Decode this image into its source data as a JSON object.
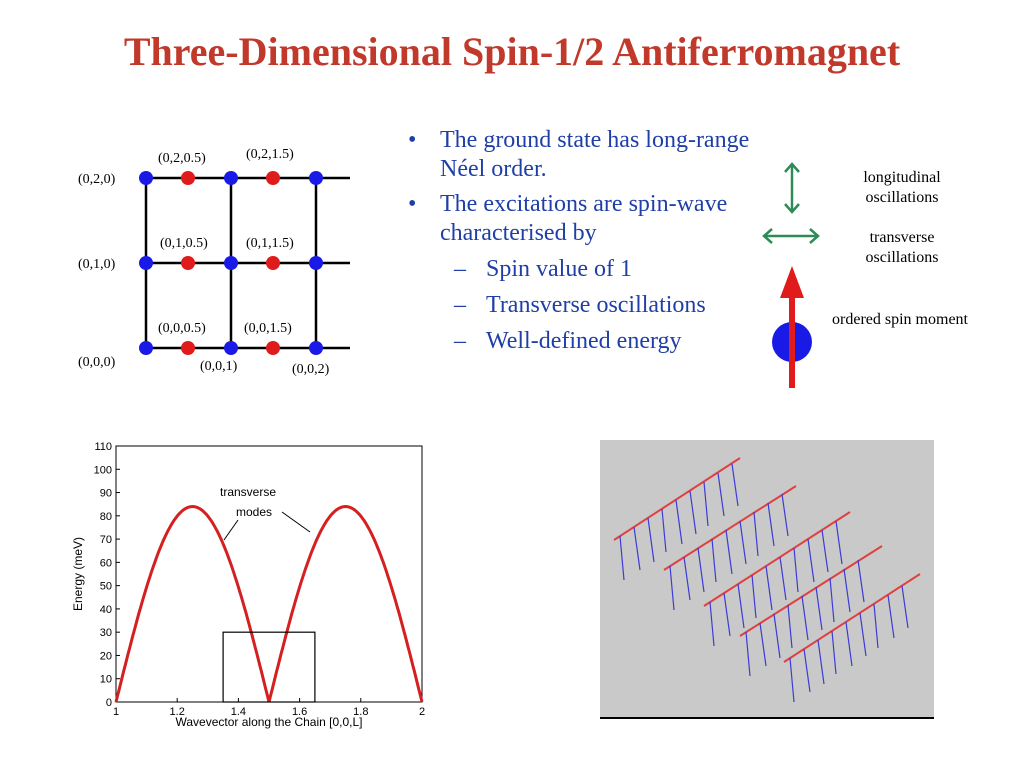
{
  "slide": {
    "title": "Three-Dimensional Spin-1/2 Antiferromagnet"
  },
  "lattice": {
    "labels": [
      "(0,2,0)",
      "(0,1,0)",
      "(0,0,0)",
      "(0,2,0.5)",
      "(0,2,1.5)",
      "(0,1,0.5)",
      "(0,1,1.5)",
      "(0,0,0.5)",
      "(0,0,1.5)",
      "(0,0,1)",
      "(0,0,2)"
    ],
    "colors": {
      "blue_site": "#1a1ae6",
      "red_site": "#e01b1b"
    }
  },
  "bullets": {
    "b1": "The ground state has long-range Néel order.",
    "b2": "The excitations are spin-wave characterised by",
    "s1": "Spin value of 1",
    "s2": "Transverse oscillations",
    "s3": "Well-defined energy",
    "color": "#1f3fa6"
  },
  "legend": {
    "longitudinal": "longitudinal oscillations",
    "transverse": "transverse oscillations",
    "ordered": "ordered spin moment",
    "arrow_color": "#2e8b57",
    "spin_color": "#e01b1b",
    "ball_color": "#1a1ae6"
  },
  "chart_data": {
    "type": "line",
    "xlabel": "Wavevector along the Chain [0,0,L]",
    "ylabel": "Energy (meV)",
    "xlim": [
      1,
      2
    ],
    "ylim": [
      0,
      110
    ],
    "xticks": [
      1,
      1.2,
      1.4,
      1.6,
      1.8,
      2
    ],
    "yticks": [
      0,
      10,
      20,
      30,
      40,
      50,
      60,
      70,
      80,
      90,
      100,
      110
    ],
    "annotation": [
      "transverse",
      "modes"
    ],
    "series_color": "#d42020",
    "peak_energy": 84,
    "box": {
      "x": [
        1.35,
        1.65
      ],
      "y": [
        0,
        30
      ]
    }
  }
}
